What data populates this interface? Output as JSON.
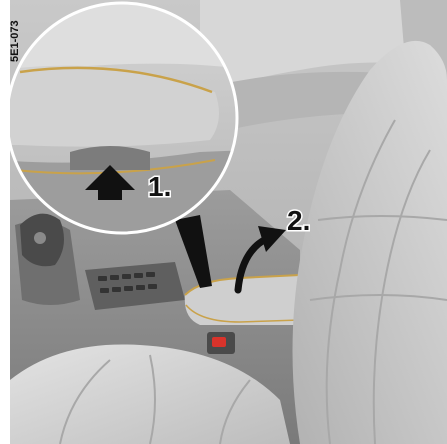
{
  "figure": {
    "code": "5E1-073",
    "steps": {
      "step1": "1.",
      "step2": "2."
    }
  },
  "colors": {
    "background": "#ffffff",
    "trim": "#c9a24a",
    "arrow": "#111111",
    "belt_buckle": "#d9332b"
  }
}
